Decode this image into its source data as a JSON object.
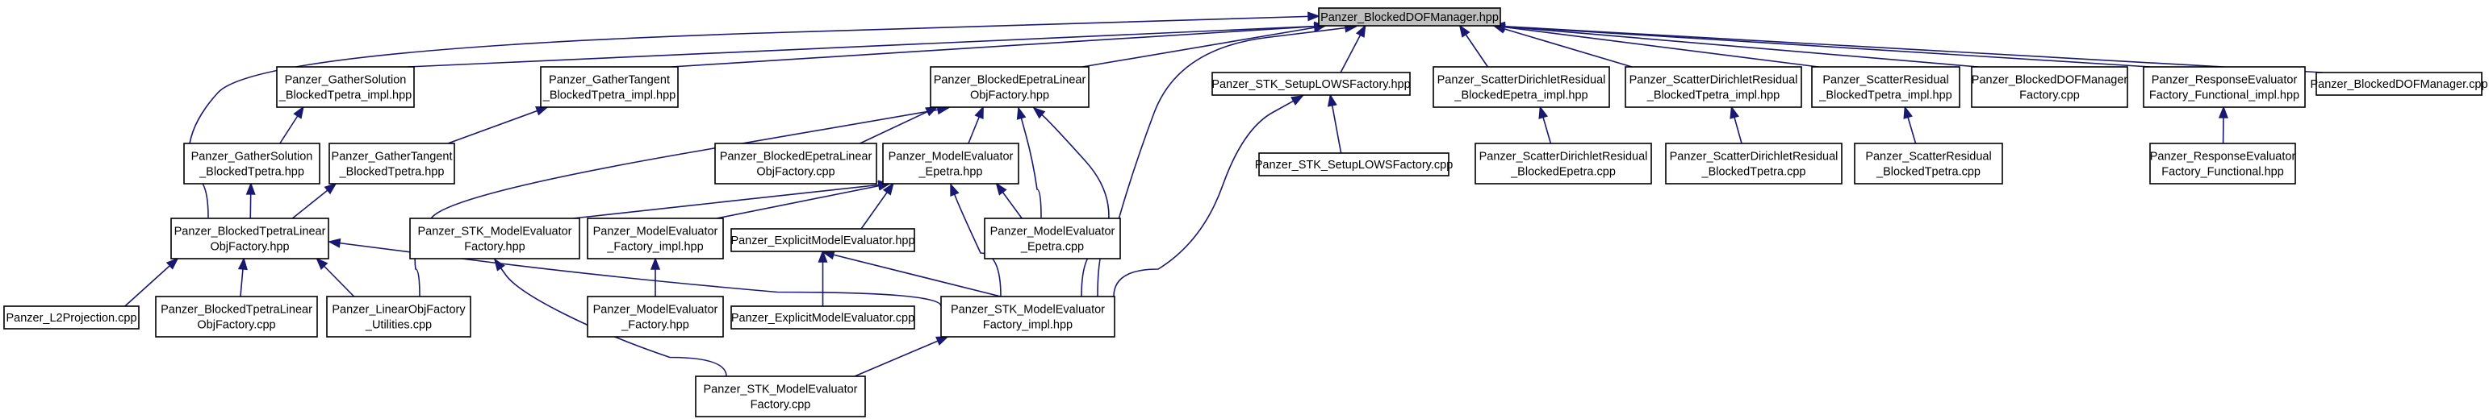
{
  "graph": {
    "root": "Panzer_BlockedDOFManager.hpp",
    "edge_color": "#191970",
    "root_fill": "#bfbfbf",
    "nodes": {
      "root": [
        "Panzer_BlockedDOFManager.hpp"
      ],
      "gs_impl": [
        "Panzer_GatherSolution",
        "_BlockedTpetra_impl.hpp"
      ],
      "gt_impl": [
        "Panzer_GatherTangent",
        "_BlockedTpetra_impl.hpp"
      ],
      "bepetra_lof": [
        "Panzer_BlockedEpetraLinear",
        "ObjFactory.hpp"
      ],
      "stk_lows": [
        "Panzer_STK_SetupLOWSFactory.hpp"
      ],
      "scatter_dir_epetra_impl": [
        "Panzer_ScatterDirichletResidual",
        "_BlockedEpetra_impl.hpp"
      ],
      "scatter_dir_tpetra_impl": [
        "Panzer_ScatterDirichletResidual",
        "_BlockedTpetra_impl.hpp"
      ],
      "scatter_res_tpetra_impl": [
        "Panzer_ScatterResidual",
        "_BlockedTpetra_impl.hpp"
      ],
      "bdof_factory_cpp": [
        "Panzer_BlockedDOFManager",
        "Factory.cpp"
      ],
      "resp_eval_impl": [
        "Panzer_ResponseEvaluator",
        "Factory_Functional_impl.hpp"
      ],
      "bdof_cpp": [
        "Panzer_BlockedDOFManager.cpp"
      ],
      "gs_hpp": [
        "Panzer_GatherSolution",
        "_BlockedTpetra.hpp"
      ],
      "gt_hpp": [
        "Panzer_GatherTangent",
        "_BlockedTpetra.hpp"
      ],
      "bepetra_lof_cpp": [
        "Panzer_BlockedEpetraLinear",
        "ObjFactory.cpp"
      ],
      "me_epetra_hpp": [
        "Panzer_ModelEvaluator",
        "_Epetra.hpp"
      ],
      "stk_lows_cpp": [
        "Panzer_STK_SetupLOWSFactory.cpp"
      ],
      "scatter_dir_epetra_cpp": [
        "Panzer_ScatterDirichletResidual",
        "_BlockedEpetra.cpp"
      ],
      "scatter_dir_tpetra_cpp": [
        "Panzer_ScatterDirichletResidual",
        "_BlockedTpetra.cpp"
      ],
      "scatter_res_tpetra_cpp": [
        "Panzer_ScatterResidual",
        "_BlockedTpetra.cpp"
      ],
      "resp_eval_hpp": [
        "Panzer_ResponseEvaluator",
        "Factory_Functional.hpp"
      ],
      "btpetra_lof": [
        "Panzer_BlockedTpetraLinear",
        "ObjFactory.hpp"
      ],
      "stk_me_factory_hpp": [
        "Panzer_STK_ModelEvaluator",
        "Factory.hpp"
      ],
      "me_factory_impl": [
        "Panzer_ModelEvaluator",
        "_Factory_impl.hpp"
      ],
      "explicit_me_hpp": [
        "Panzer_ExplicitModelEvaluator.hpp"
      ],
      "me_epetra_cpp": [
        "Panzer_ModelEvaluator",
        "_Epetra.cpp"
      ],
      "l2proj_cpp": [
        "Panzer_L2Projection.cpp"
      ],
      "btpetra_lof_cpp": [
        "Panzer_BlockedTpetraLinear",
        "ObjFactory.cpp"
      ],
      "lof_util_cpp": [
        "Panzer_LinearObjFactory",
        "_Utilities.cpp"
      ],
      "me_factory_hpp": [
        "Panzer_ModelEvaluator",
        "_Factory.hpp"
      ],
      "explicit_me_cpp": [
        "Panzer_ExplicitModelEvaluator.cpp"
      ],
      "stk_me_factory_impl": [
        "Panzer_STK_ModelEvaluator",
        "Factory_impl.hpp"
      ],
      "stk_me_factory_cpp": [
        "Panzer_STK_ModelEvaluator",
        "Factory.cpp"
      ]
    },
    "edges": [
      [
        "gs_impl",
        "root"
      ],
      [
        "gt_impl",
        "root"
      ],
      [
        "bepetra_lof",
        "root"
      ],
      [
        "stk_lows",
        "root"
      ],
      [
        "scatter_dir_epetra_impl",
        "root"
      ],
      [
        "scatter_dir_tpetra_impl",
        "root"
      ],
      [
        "scatter_res_tpetra_impl",
        "root"
      ],
      [
        "bdof_factory_cpp",
        "root"
      ],
      [
        "resp_eval_impl",
        "root"
      ],
      [
        "bdof_cpp",
        "root"
      ],
      [
        "btpetra_lof",
        "root"
      ],
      [
        "stk_me_factory_impl",
        "root"
      ],
      [
        "gs_hpp",
        "gs_impl"
      ],
      [
        "gt_hpp",
        "gt_impl"
      ],
      [
        "bepetra_lof_cpp",
        "bepetra_lof"
      ],
      [
        "me_epetra_hpp",
        "bepetra_lof"
      ],
      [
        "me_epetra_cpp",
        "bepetra_lof"
      ],
      [
        "stk_me_factory_impl",
        "bepetra_lof"
      ],
      [
        "lof_util_cpp",
        "bepetra_lof"
      ],
      [
        "stk_lows_cpp",
        "stk_lows"
      ],
      [
        "stk_me_factory_impl",
        "stk_lows"
      ],
      [
        "scatter_dir_epetra_cpp",
        "scatter_dir_epetra_impl"
      ],
      [
        "scatter_dir_tpetra_cpp",
        "scatter_dir_tpetra_impl"
      ],
      [
        "scatter_res_tpetra_cpp",
        "scatter_res_tpetra_impl"
      ],
      [
        "resp_eval_hpp",
        "resp_eval_impl"
      ],
      [
        "btpetra_lof",
        "gs_hpp"
      ],
      [
        "btpetra_lof",
        "gt_hpp"
      ],
      [
        "stk_me_factory_hpp",
        "me_epetra_hpp"
      ],
      [
        "me_factory_impl",
        "me_epetra_hpp"
      ],
      [
        "explicit_me_hpp",
        "me_epetra_hpp"
      ],
      [
        "me_epetra_cpp",
        "me_epetra_hpp"
      ],
      [
        "stk_me_factory_impl",
        "me_epetra_hpp"
      ],
      [
        "l2proj_cpp",
        "btpetra_lof"
      ],
      [
        "btpetra_lof_cpp",
        "btpetra_lof"
      ],
      [
        "lof_util_cpp",
        "btpetra_lof"
      ],
      [
        "stk_me_factory_impl",
        "btpetra_lof"
      ],
      [
        "stk_me_factory_cpp",
        "stk_me_factory_hpp"
      ],
      [
        "me_factory_hpp",
        "me_factory_impl"
      ],
      [
        "explicit_me_cpp",
        "explicit_me_hpp"
      ],
      [
        "stk_me_factory_impl",
        "explicit_me_hpp"
      ],
      [
        "stk_me_factory_cpp",
        "stk_me_factory_impl"
      ]
    ]
  }
}
